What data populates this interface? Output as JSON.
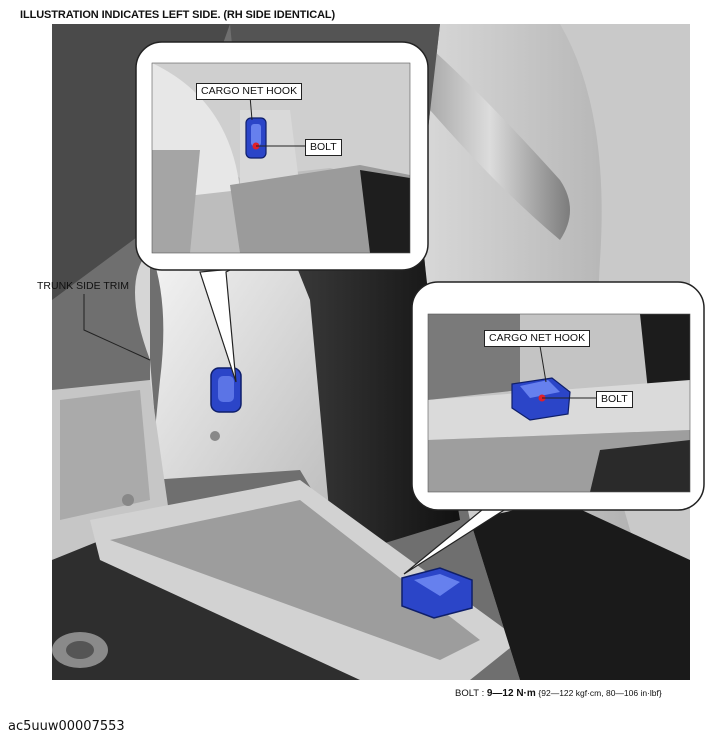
{
  "header": {
    "title": "ILLUSTRATION INDICATES LEFT SIDE. (RH SIDE IDENTICAL)"
  },
  "labels": {
    "trunk_side_trim": "TRUNK SIDE TRIM",
    "inset_top_cargo_net_hook": "CARGO NET HOOK",
    "inset_top_bolt": "BOLT",
    "inset_bottom_cargo_net_hook": "CARGO NET HOOK",
    "inset_bottom_bolt": "BOLT"
  },
  "torque": {
    "prefix": "BOLT : ",
    "value": "9—12 N·m",
    "alt_units": "{92—122 kgf·cm, 80—106 in·lbf}"
  },
  "image_id": "ac5uuw00007553",
  "colors": {
    "part_highlight": "#2b45c8",
    "bolt_marker": "#e0202a",
    "panel_light": "#e4e4e4",
    "panel_dark": "#1c1c1c"
  }
}
